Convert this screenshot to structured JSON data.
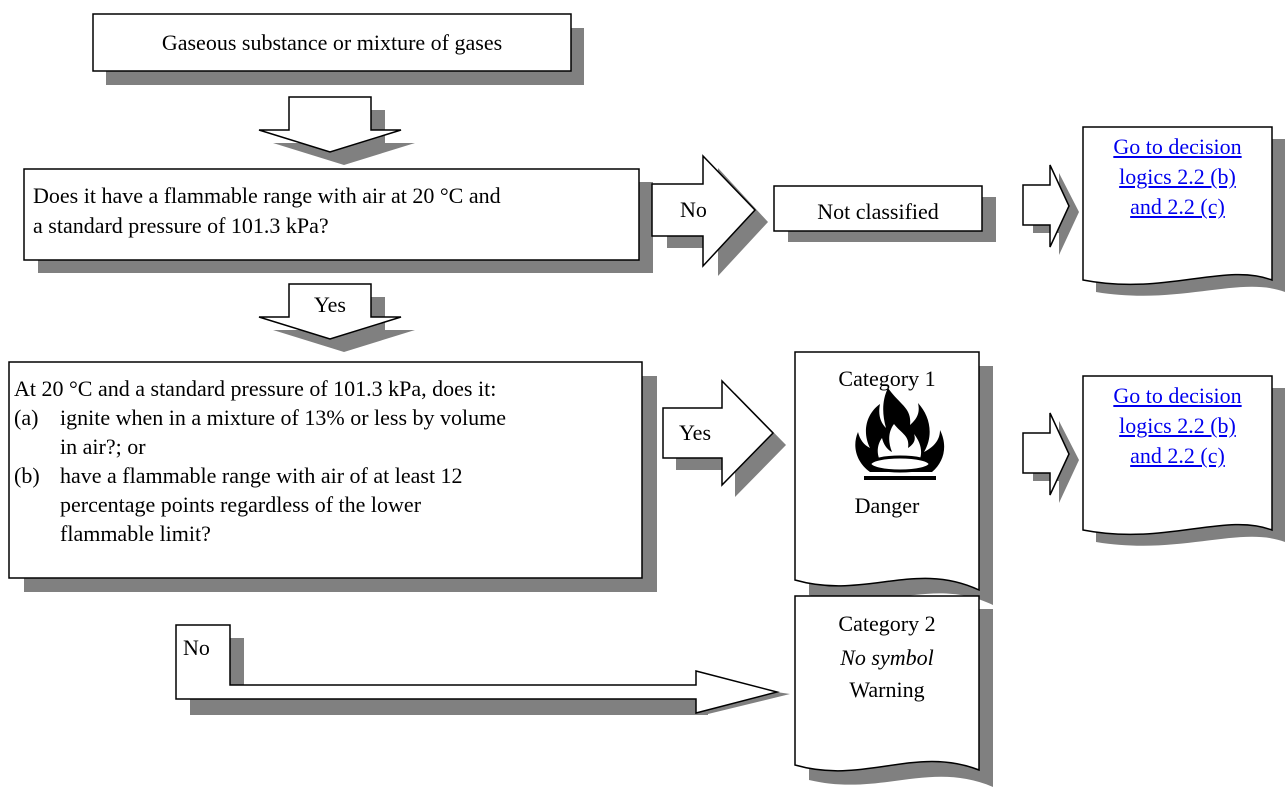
{
  "start": {
    "text": "Gaseous substance or mixture of gases"
  },
  "question1": {
    "text_line1": "Does it have a flammable range with air at 20 °C and",
    "text_line2": "a standard pressure of 101.3 kPa?"
  },
  "arrows": {
    "no1": "No",
    "yes1": "Yes",
    "yes2": "Yes",
    "no2": "No"
  },
  "not_classified": {
    "text": "Not classified"
  },
  "link1": {
    "line1": "Go to decision",
    "line2": "logics 2.2 (b)",
    "line3": "and 2.2 (c)"
  },
  "link2": {
    "line1": "Go to decision",
    "line2": "logics 2.2 (b)",
    "line3": "and 2.2 (c)"
  },
  "question2": {
    "intro": "At 20 °C and a standard pressure of 101.3 kPa, does it:",
    "a_tag": "(a)",
    "a_line1": "ignite when in a mixture of 13% or less by volume",
    "a_line2": "in air?; or",
    "b_tag": "(b)",
    "b_line1": "have a flammable range with air of at least 12",
    "b_line2": "percentage points regardless of the lower",
    "b_line3": "flammable limit?"
  },
  "category1": {
    "title": "Category 1",
    "signal": "Danger",
    "symbol": "flame-icon"
  },
  "category2": {
    "title": "Category 2",
    "symbol_text": "No symbol",
    "signal": "Warning"
  },
  "colors": {
    "shadow": "#808080",
    "stroke": "#000000",
    "link": "#0000ee"
  }
}
